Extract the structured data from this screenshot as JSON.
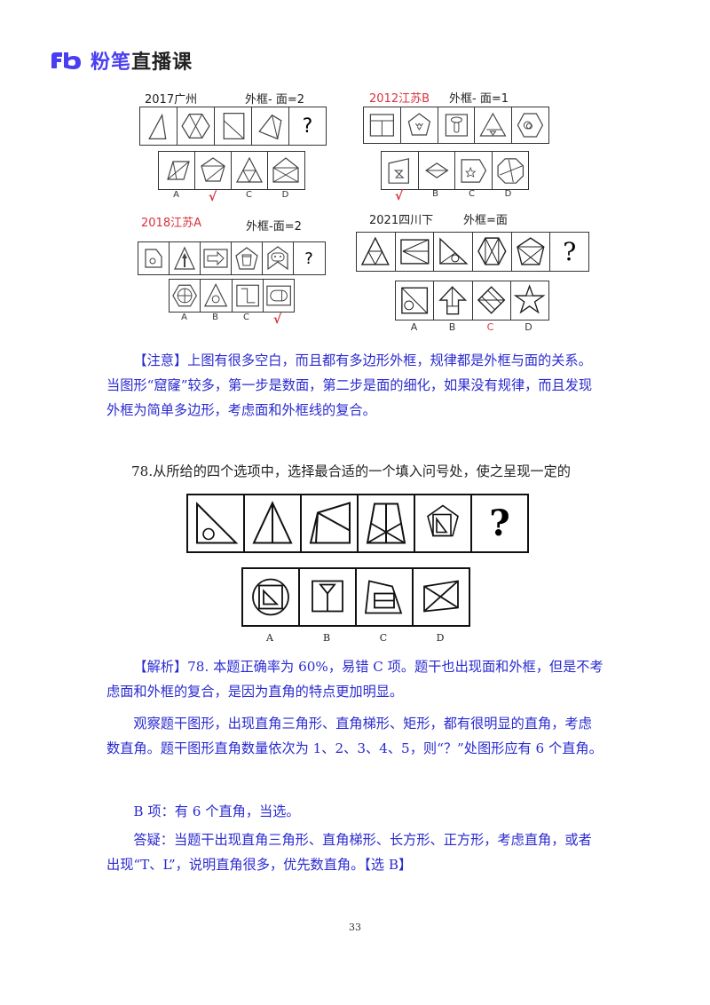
{
  "header": {
    "logo_mark": "Fb",
    "brand": "粉笔",
    "subtitle": "直播课",
    "brand_color": "#4a3ff0"
  },
  "examples": [
    {
      "title": "2017广州",
      "title_color": "#222222",
      "rule": "外框- 面=2",
      "question_figures": [
        "triangle",
        "hexagon-with-x",
        "rectangle-with-diagonal",
        "quadrilateral-with-diagonal",
        "question-mark"
      ],
      "options": [
        {
          "label": "A",
          "figure": "parallelogram-with-diagonals"
        },
        {
          "label": "√",
          "figure": "pentagon-with-chord",
          "correct": true
        },
        {
          "label": "C",
          "figure": "triangle-subdivided"
        },
        {
          "label": "D",
          "figure": "envelope"
        }
      ]
    },
    {
      "title": "2012江苏B",
      "title_color": "#d8323c",
      "rule": "外框- 面=1",
      "question_figures": [
        "square-divided",
        "pentagon-with-dots",
        "square-with-key",
        "triangle-with-small-triangle",
        "hexagon-with-circle"
      ],
      "options": [
        {
          "label": "√",
          "figure": "trapezoid-with-hourglass",
          "correct": true
        },
        {
          "label": "B",
          "figure": "diamond-with-line"
        },
        {
          "label": "C",
          "figure": "pentagon-with-star"
        },
        {
          "label": "D",
          "figure": "octagon-divided"
        }
      ]
    },
    {
      "title": "2018江苏A",
      "title_color": "#d8323c",
      "rule": "外框-面=2",
      "question_figures": [
        "pentagon-with-circle",
        "triangle-with-arrow",
        "square-with-arrow",
        "pentagon-with-cup",
        "house-with-face",
        "question-mark"
      ],
      "options": [
        {
          "label": "A",
          "figure": "hexagon-with-cross-circle"
        },
        {
          "label": "B",
          "figure": "triangle-with-circle"
        },
        {
          "label": "C",
          "figure": "square-with-step"
        },
        {
          "label": "√",
          "figure": "square-with-rounded-rect",
          "correct": true
        }
      ]
    },
    {
      "title": "2021四川下",
      "title_color": "#222222",
      "rule": "外框=面",
      "question_figures": [
        "triangle-subdivided",
        "square-with-fan",
        "right-triangle-with-circle",
        "hexagon-with-x",
        "pentagon-with-x",
        "question-mark"
      ],
      "options": [
        {
          "label": "A",
          "figure": "square-with-diagonal-circle"
        },
        {
          "label": "B",
          "figure": "arrow-up"
        },
        {
          "label": "C",
          "figure": "diamond-with-square",
          "correct": true
        },
        {
          "label": "D",
          "figure": "star"
        }
      ]
    }
  ],
  "note": {
    "text": "【注意】上图有很多空白，而且都有多边形外框，规律都是外框与面的关系。当图形“窟窿”较多，第一步是数面，第二步是面的细化，如果没有规律，而且发现外框为简单多边形，考虑面和外框线的复合。"
  },
  "question": {
    "number": "78.",
    "text": "78.从所给的四个选项中，选择最合适的一个填入问号处，使之呈现一定的",
    "stem_figures": [
      "right-triangle-with-circle",
      "triangle-with-median",
      "right-trapezoid-with-line",
      "trapezoid-with-x-and-line",
      "pentagon-with-square-triangle",
      "question-mark"
    ],
    "options": [
      {
        "label": "A",
        "figure": "circle-square-triangle"
      },
      {
        "label": "B",
        "figure": "square-with-y"
      },
      {
        "label": "C",
        "figure": "trapezoid-with-rectangle"
      },
      {
        "label": "D",
        "figure": "quadrilateral-with-x"
      }
    ]
  },
  "analysis": {
    "p1": "【解析】78. 本题正确率为 60%，易错 C 项。题干也出现面和外框，但是不考虑面和外框的复合，是因为直角的特点更加明显。",
    "p2": "观察题干图形，出现直角三角形、直角梯形、矩形，都有很明显的直角，考虑数直角。题干图形直角数量依次为 1、2、3、4、5，则“？”处图形应有 6 个直角。",
    "p3": "B 项：有 6 个直角，当选。",
    "p4": "答疑：当题干出现直角三角形、直角梯形、长方形、正方形，考虑直角，或者出现“T、L”，说明直角很多，优先数直角。【选 B】",
    "text_color": "#2a2ad0"
  },
  "footer": {
    "page_number": "33"
  }
}
